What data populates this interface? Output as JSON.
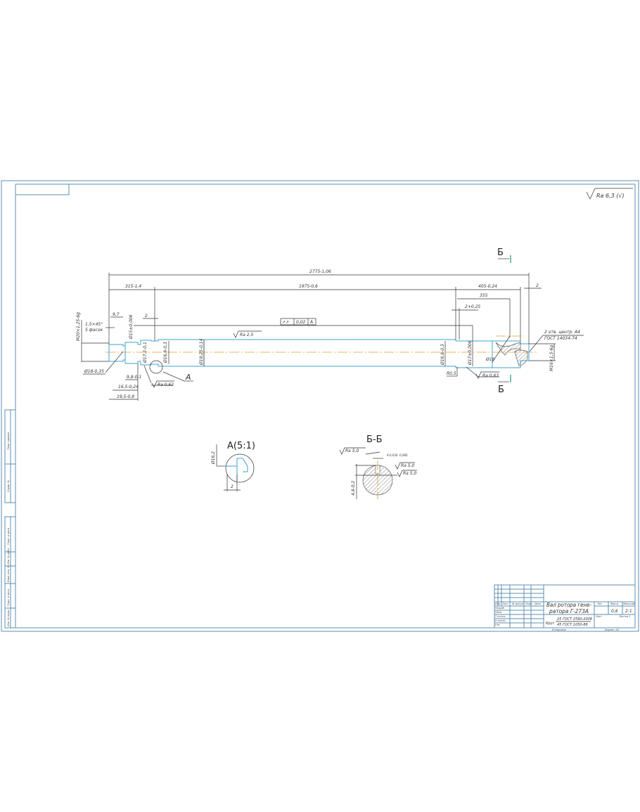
{
  "drawing": {
    "general_roughness": "Ra 6,3 (√)",
    "dimensions": {
      "overall": "2775-1,06",
      "left_section": "315-1,4",
      "middle_section": "1975-0,6",
      "right_section": "405-0,24",
      "right_step_2": "2",
      "right_355": "355",
      "right_groove": "2+0,25",
      "left_2": "2",
      "left_97": "9,7",
      "chamfer": "1,5×45°",
      "chamfer_note": "5 фасок",
      "thread_left": "М20×1,25-6g",
      "dia_18": "Ø18-0,35",
      "dia_15": "Ø15±0,006",
      "dia_172": "Ø17,2-0,1",
      "dia_168_left": "Ø16,8-0,3",
      "dia_1925": "Ø19,25-0,14",
      "len_98": "9,8-0,1",
      "len_165": "16,5-0,24",
      "len_195": "19,5-0,8",
      "dia_168_right": "Ø16,8-0,3",
      "dia_17_right": "Ø17±0,006",
      "dia_16": "Ø16",
      "thread_right": "М16×1,5-6g",
      "radius": "R0,5",
      "center_holes": "2 отв. центр. А4",
      "center_holes_std": "ГОСТ 14034-74"
    },
    "roughness": {
      "body": "Ra 2,5",
      "left_journal": "Ra 0,63",
      "right_journal": "Ra 0,63",
      "section_top": "Ra 5,0",
      "section_key1": "Ra 5,0",
      "section_key2": "Ra 5,0"
    },
    "tolerance_frame": {
      "symbol": "↗↗",
      "value": "0,02",
      "datum": "A"
    },
    "leader_A": "A",
    "section_mark": "Б",
    "view_A": {
      "title": "A(5:1)",
      "dim_dia": "Ø16,2",
      "dim_len": "2"
    },
    "section_BB": {
      "title": "Б-Б",
      "key_width": "4-0,030\n-0,060",
      "depth": "4,8-0,2"
    },
    "title_block": {
      "name_line1": "Вал ротора гене-",
      "name_line2": "ратора Г-273А",
      "material_label": "Круг",
      "material_top": "25 ГОСТ 2590-2006",
      "material_bottom": "45 ГОСТ 1050-88",
      "col_lit": "Лит.",
      "col_mass": "Масса",
      "col_scale": "Масштаб",
      "mass": "0,6",
      "scale": "2:1",
      "sheet": "Лист",
      "sheets": "Листов 1",
      "rows": [
        "Изм.",
        "Лист",
        "№ докум.",
        "Подп.",
        "Дата",
        "Разраб.",
        "Пров.",
        "Т.контр.",
        "Н.контр.",
        "Утв."
      ],
      "copied": "Копировал",
      "format": "Формат А3"
    },
    "side_strip": [
      "Перв. примен.",
      "Справ. №",
      "Подп. и дата",
      "Инв. № дубл.",
      "Взам. инв. №",
      "Подп. и дата",
      "Инв. № подл."
    ]
  }
}
